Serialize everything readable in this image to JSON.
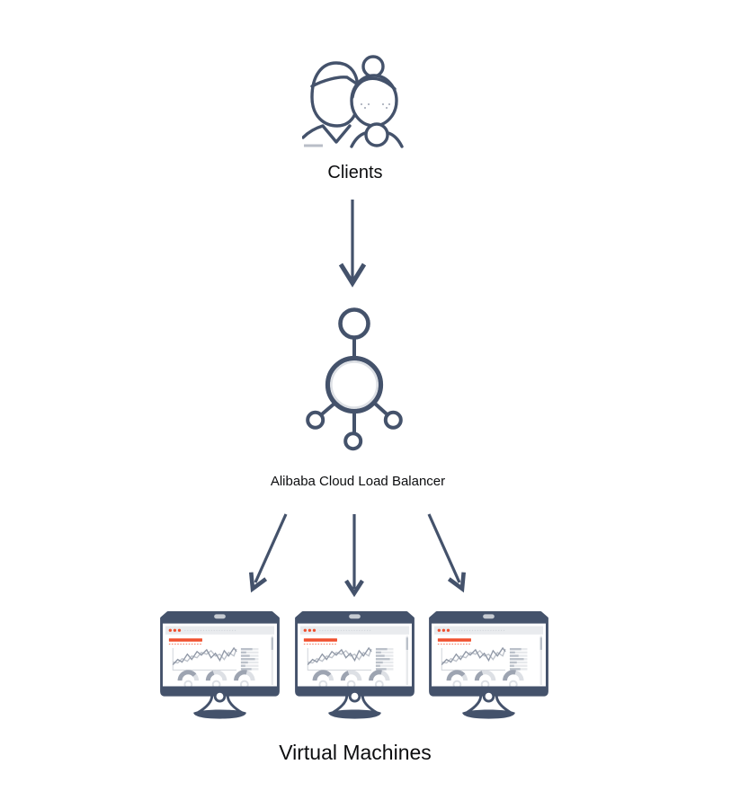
{
  "diagram": {
    "nodes": {
      "clients": {
        "label": "Clients",
        "icon": "clients-icon"
      },
      "load_balancer": {
        "label": "Alibaba Cloud Load Balancer",
        "icon": "load-balancer-icon"
      },
      "virtual_machines": {
        "label": "Virtual Machines",
        "icon": "monitor-icon",
        "count": 3
      }
    },
    "edges": [
      {
        "from": "clients",
        "to": "load_balancer"
      },
      {
        "from": "load_balancer",
        "to": "virtual-machine-1"
      },
      {
        "from": "load_balancer",
        "to": "virtual-machine-2"
      },
      {
        "from": "load_balancer",
        "to": "virtual-machine-3"
      }
    ],
    "colors": {
      "outline": "#44526B",
      "accent": "#F0502F",
      "label_text": "#0C0D0F",
      "chart_line_dark": "#9199A7",
      "chart_line_light": "#BDC2CA",
      "panel_bar": "#BAC0C9",
      "panel_bar_bg": "#E7E9EC",
      "gauge_track": "#DDE0E5",
      "gauge_fill": "#9DA4B1",
      "toolbar_bg": "#E9EBEE",
      "screen_detail": "#D0D4DA",
      "camera_notch": "#C7CCD3",
      "underline_gray": "#B9BEC7"
    }
  }
}
